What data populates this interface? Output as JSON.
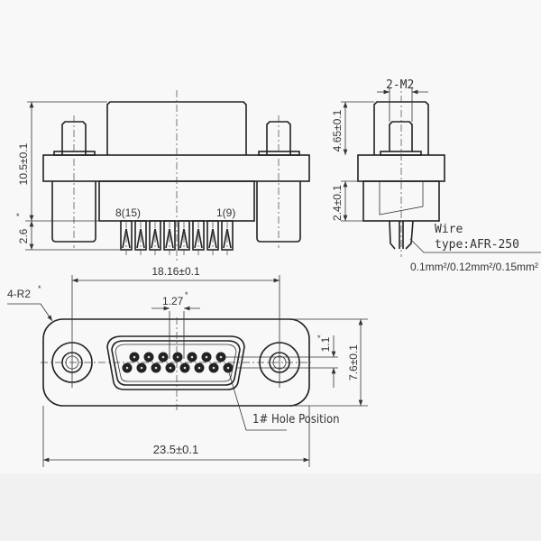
{
  "front_view": {
    "height_dim": "10.5±0.1",
    "pin_dim": "2.6",
    "pin_dim_mark": "*",
    "pin_label_left": "8(15)",
    "pin_label_right": "1(9)",
    "pin_count": 8
  },
  "side_view": {
    "thread_dim": "2-M2",
    "upper_dim": "4.65±0.1",
    "lower_dim": "2.4±0.1",
    "wire_label_1": "Wire",
    "wire_label_2": "type:AFR-250",
    "wire_sizes": "0.1mm²/0.12mm²/0.15mm²"
  },
  "bottom_view": {
    "hole_spacing_dim": "18.16±0.1",
    "pitch_dim": "1.27",
    "pitch_mark": "*",
    "radius_dim": "4-R2",
    "radius_mark": "*",
    "row_gap_dim": "1.1",
    "row_gap_mark": "*",
    "height_dim": "7.6±0.1",
    "width_dim": "23.5±0.1",
    "hole_position_label": "1#  Hole Position",
    "top_row_pins": 7,
    "bottom_row_pins": 8
  }
}
